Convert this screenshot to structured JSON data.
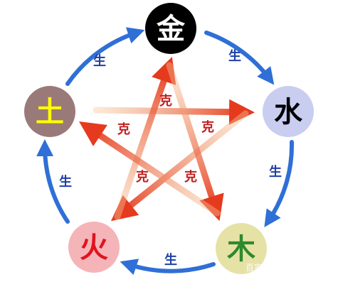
{
  "elements": [
    {
      "id": "metal",
      "char": "金",
      "fill": "#000000",
      "text_color": "#ffffff"
    },
    {
      "id": "water",
      "char": "水",
      "fill": "#c9cef0",
      "text_color": "#000000"
    },
    {
      "id": "wood",
      "char": "木",
      "fill": "#e6e2a6",
      "text_color": "#2e8a2e"
    },
    {
      "id": "fire",
      "char": "火",
      "fill": "#f4b4b8",
      "text_color": "#e0141e"
    },
    {
      "id": "earth",
      "char": "土",
      "fill": "#9a7a78",
      "text_color": "#ffff00"
    }
  ],
  "generating_label": "生",
  "overcoming_label": "克",
  "watermark": "百家",
  "colors": {
    "sheng_arrow": "#2f6fd6",
    "sheng_text": "#1f3fa6",
    "ke_arrow": "#e53a1e",
    "ke_text": "#c02020"
  }
}
